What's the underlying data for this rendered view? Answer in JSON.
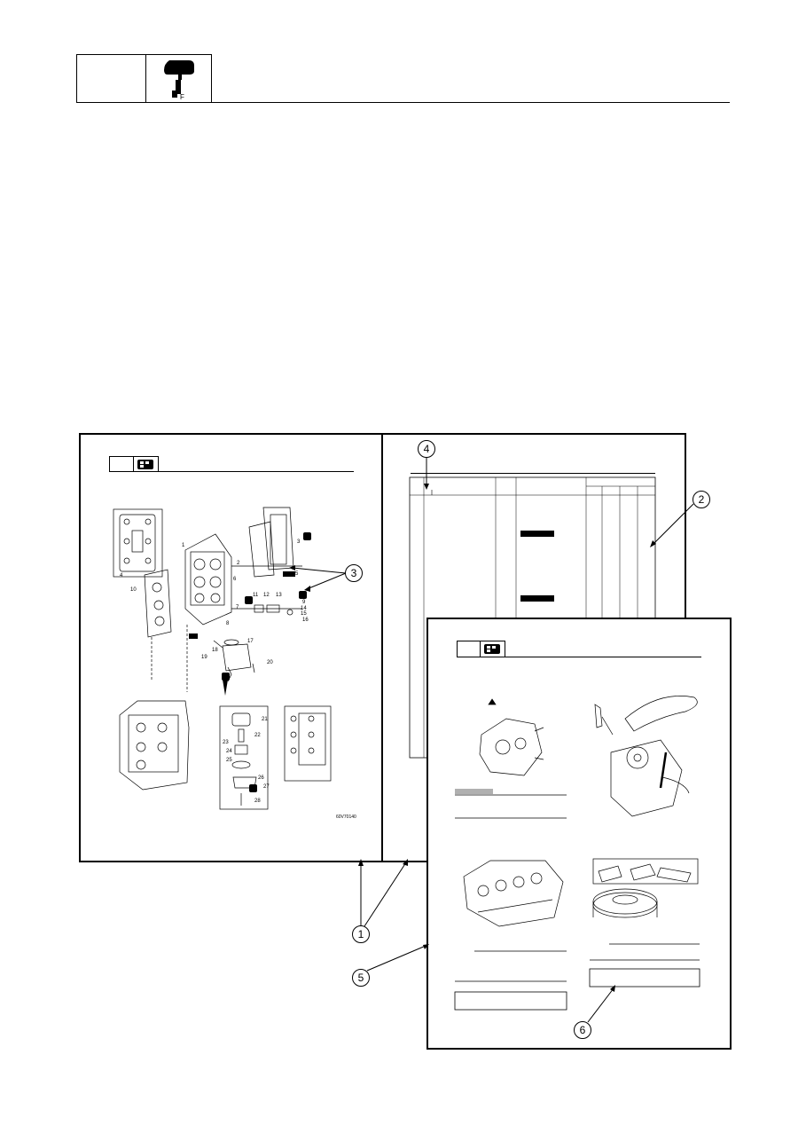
{
  "header": {
    "icon": "outboard-motor-icon",
    "icon_letter": "F"
  },
  "callouts": [
    "1",
    "2",
    "3",
    "4",
    "5",
    "6"
  ],
  "sample_pages": {
    "left": {
      "icon": "engine-block-icon",
      "part_labels": [
        "1",
        "2",
        "3",
        "4",
        "5",
        "6",
        "7",
        "8",
        "9",
        "10",
        "11",
        "12",
        "13",
        "14",
        "15",
        "16",
        "17",
        "18",
        "19",
        "20",
        "21",
        "22",
        "23",
        "24",
        "25",
        "26",
        "27",
        "28"
      ],
      "image_code": "60V70140"
    },
    "middle": {},
    "front": {
      "icon": "engine-block-icon"
    }
  },
  "colors": {
    "ink": "#000000",
    "paper": "#ffffff",
    "highlight_grey": "#b0b0b0"
  }
}
